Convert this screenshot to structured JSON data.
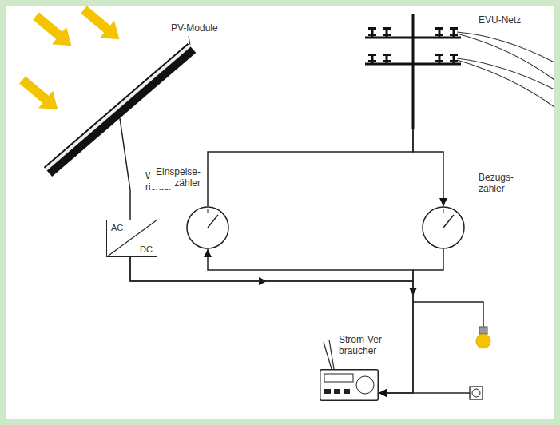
{
  "diagram": {
    "nodes": [
      {
        "text": [
          "PV-Module"
        ]
      },
      {
        "text": [
          "EVU-Netz"
        ]
      },
      {
        "text": [
          "Wechsel- richter",
          "AC",
          "DC"
        ]
      },
      {
        "text": [
          "Einspeise- zähler"
        ]
      },
      {
        "text": [
          "Bezugs- zähler"
        ]
      },
      {
        "text": [
          "Strom-Ver- braucher"
        ]
      }
    ],
    "edges": [
      {
        "from": 0,
        "to": 2,
        "arrow": "none"
      },
      {
        "from": 2,
        "to": 3,
        "arrow": "to"
      },
      {
        "from": 3,
        "to": 1,
        "arrow": "none"
      },
      {
        "from": 1,
        "to": 4,
        "arrow": "to"
      },
      {
        "from": 4,
        "to": 5,
        "arrow": "to"
      },
      {
        "from": 2,
        "to": 5,
        "arrow": "to"
      }
    ]
  }
}
